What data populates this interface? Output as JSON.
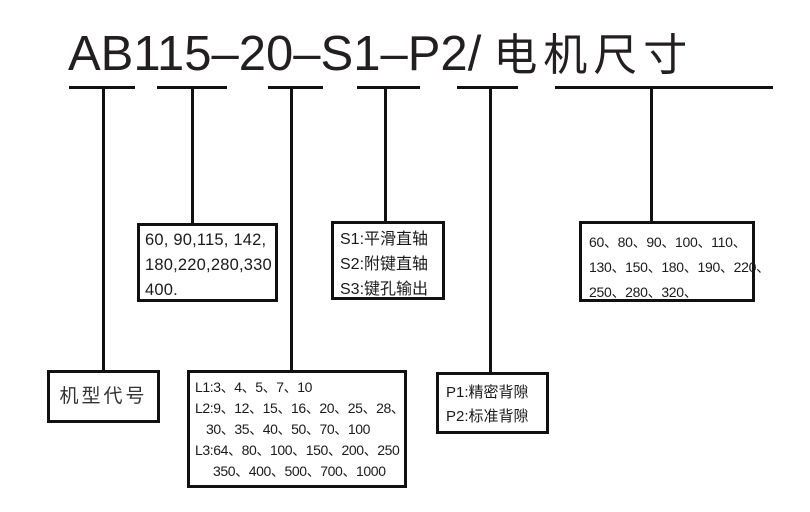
{
  "title": {
    "model_code": "AB",
    "frame_size": "115",
    "sep1": "–",
    "ratio": "20",
    "sep2": "–",
    "shaft": "S1",
    "sep3": "–",
    "backlash": "P2",
    "slash": "/",
    "motor_size": "电机尺寸"
  },
  "boxes": {
    "model": {
      "text": "机型代号"
    },
    "frame_size": {
      "lines": [
        "60,  90,115, 142,",
        "180,220,280,330",
        "400."
      ]
    },
    "ratio": {
      "lines": [
        "L1:3、4、5、7、10",
        "L2:9、12、15、16、20、25、28、",
        "30、35、40、50、70、100",
        "L3:64、80、100、150、200、250",
        "350、400、500、700、1000"
      ]
    },
    "shaft": {
      "lines": [
        "S1:平滑直轴",
        "S2:附键直轴",
        "S3:键孔输出"
      ]
    },
    "backlash": {
      "lines": [
        "P1:精密背隙",
        "P2:标准背隙"
      ]
    },
    "motor_size": {
      "lines": [
        "60、80、90、100、110、",
        "130、150、180、190、220、",
        "250、280、320、"
      ]
    }
  }
}
